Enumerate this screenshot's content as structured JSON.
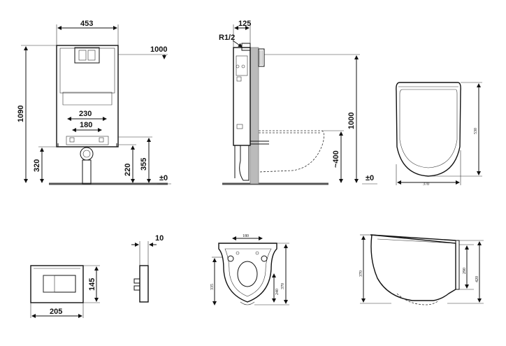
{
  "front_view": {
    "width": "453",
    "height_total": "1090",
    "button_height": "1000",
    "connection_spacing_outer": "230",
    "connection_spacing_inner": "180",
    "drain_height": "320",
    "seat_bolt_height": "220",
    "flange_height": "355",
    "floor_level": "±0"
  },
  "side_view": {
    "depth": "125",
    "water_inlet": "R1/2",
    "button_height": "1000",
    "bowl_height": "~400",
    "floor_level": "±0"
  },
  "bowl_top_view": {
    "width": "370",
    "length": "530"
  },
  "flush_plate_front": {
    "width": "205",
    "height": "145"
  },
  "flush_plate_side": {
    "depth": "10"
  },
  "bowl_front_detail": {
    "fixing_spacing": "180",
    "height": "335",
    "inner_height": "240",
    "total_height": "370"
  },
  "bowl_side_detail": {
    "height_front": "370",
    "height_rim": "290",
    "height_rear": "420"
  }
}
